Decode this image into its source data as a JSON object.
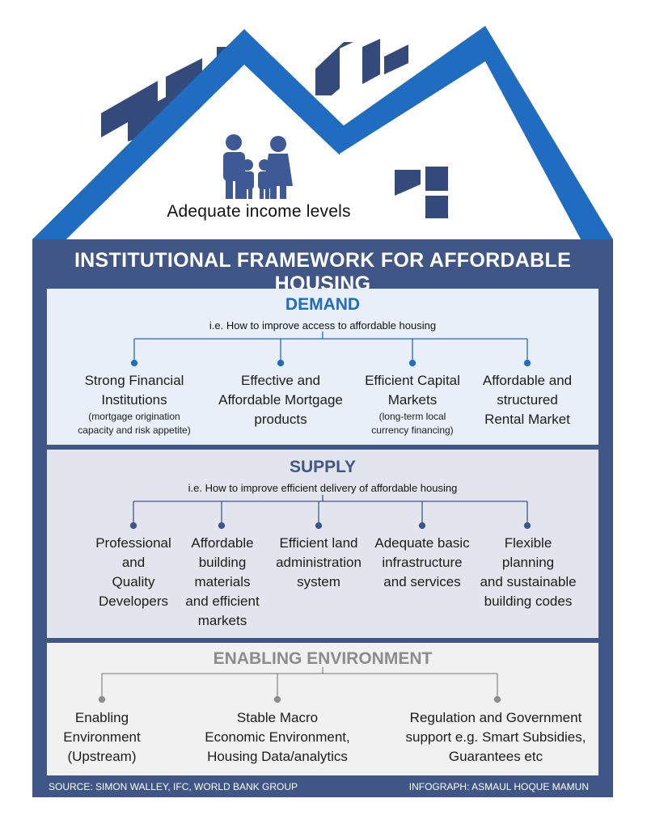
{
  "roof": {
    "income_label": "Adequate income levels",
    "colors": {
      "roof_blue": "#1f6cc0",
      "light_blue": "#3f86d6",
      "navy": "#344a7a",
      "family": "#3d5a96"
    }
  },
  "title": "INSTITUTIONAL FRAMEWORK FOR AFFORDABLE HOUSING",
  "demand": {
    "title": "DEMAND",
    "subtitle": "i.e. How to improve access to affordable housing",
    "color": "#1f6cc0",
    "items": [
      {
        "main": "Strong Financial\nInstitutions",
        "note": "(mortgage origination\ncapacity and risk appetite)"
      },
      {
        "main": "Effective and\nAffordable Mortgage\nproducts"
      },
      {
        "main": "Efficient Capital\nMarkets",
        "note": "(long-term local\ncurrency financing)"
      },
      {
        "main": "Affordable and\nstructured\nRental Market"
      }
    ]
  },
  "supply": {
    "title": "SUPPLY",
    "subtitle": "i.e. How to improve efficient delivery of affordable housing",
    "color": "#3f5687",
    "items": [
      {
        "main": "Professional\nand\nQuality\nDevelopers"
      },
      {
        "main": "Affordable\nbuilding\nmaterials\nand efficient\nmarkets"
      },
      {
        "main": "Efficient land\nadministration\nsystem"
      },
      {
        "main": "Adequate basic\ninfrastructure\nand services"
      },
      {
        "main": "Flexible\nplanning\nand sustainable\nbuilding codes"
      }
    ]
  },
  "enabling": {
    "title": "ENABLING ENVIRONMENT",
    "color": "#8c8c8c",
    "items": [
      {
        "main": "Enabling\nEnvironment\n(Upstream)"
      },
      {
        "main": "Stable Macro\nEconomic Environment,\nHousing Data/analytics"
      },
      {
        "main": "Regulation and Government\nsupport e.g. Smart Subsidies,\nGuarantees etc"
      }
    ]
  },
  "footer": {
    "source": "SOURCE: SIMON WALLEY, IFC, WORLD BANK GROUP",
    "credit": "INFOGRAPH: ASMAUL HOQUE MAMUN"
  }
}
